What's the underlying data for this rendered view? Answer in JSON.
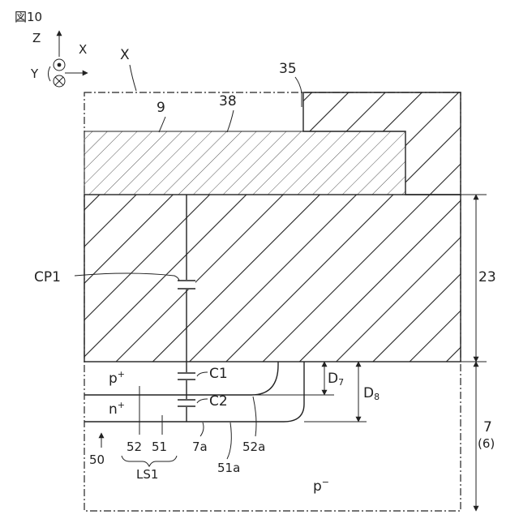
{
  "figure": {
    "title": "図10"
  },
  "axes": {
    "z": "Z",
    "x": "X",
    "y": "Y"
  },
  "section_label": "X",
  "layers": [
    {
      "label": "9"
    },
    {
      "label": "38"
    },
    {
      "label": "35"
    },
    {
      "label": "23"
    }
  ],
  "regions": {
    "p_plus": {
      "base": "p",
      "sup": "+"
    },
    "n_plus": {
      "base": "n",
      "sup": "+"
    },
    "p_minus": {
      "base": "p",
      "sup": "−"
    }
  },
  "capacitors": [
    {
      "label": "CP1"
    },
    {
      "label": "C1"
    },
    {
      "label": "C2"
    }
  ],
  "dimensions": [
    {
      "base": "D",
      "sub": "7"
    },
    {
      "base": "D",
      "sub": "8"
    }
  ],
  "refs": {
    "r52": "52",
    "r51": "51",
    "ls1": "LS1",
    "r7a": "7a",
    "r52a": "52a",
    "r51a": "51a",
    "r50": "50",
    "r7": "7",
    "r6": "(6)"
  }
}
